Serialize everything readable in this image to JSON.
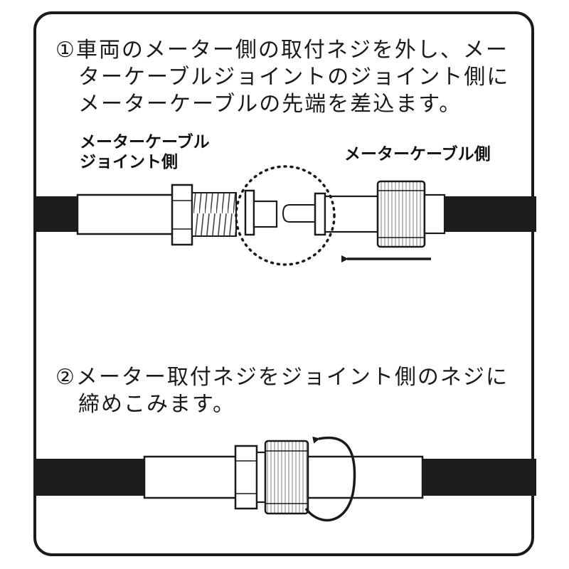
{
  "instructions": {
    "step1": {
      "number": "①",
      "lines": [
        "車両のメーター側の取付ネジを外し、メー",
        "ターケーブルジョイントのジョイント側に",
        "メーターケーブルの先端を差込ます。"
      ]
    },
    "step2": {
      "number": "②",
      "lines": [
        "メーター取付ネジをジョイント側のネジに",
        "締めこみます。"
      ]
    }
  },
  "labels": {
    "joint_side": [
      "メーターケーブル",
      "ジョイント側"
    ],
    "cable_side": "メーターケーブル側"
  },
  "colors": {
    "ink": "#1a1a1a",
    "cable": "#1c1c1c",
    "background": "#ffffff",
    "knurl": "#9a9a9a"
  }
}
